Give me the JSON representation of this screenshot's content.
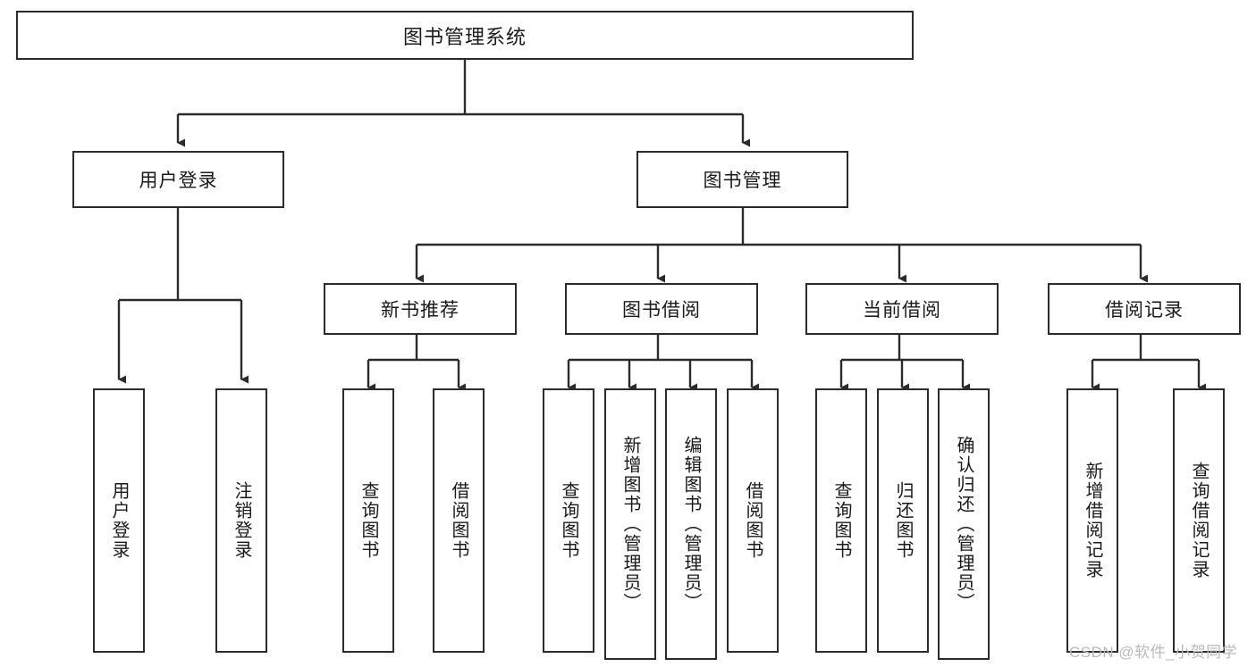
{
  "diagram": {
    "title": "图书管理系统",
    "type": "tree-hierarchy",
    "root": {
      "label": "图书管理系统"
    },
    "level1": [
      {
        "label": "用户登录"
      },
      {
        "label": "图书管理"
      }
    ],
    "level2": [
      {
        "label": "新书推荐"
      },
      {
        "label": "图书借阅"
      },
      {
        "label": "当前借阅"
      },
      {
        "label": "借阅记录"
      }
    ],
    "leaves": {
      "user_login": [
        {
          "label": "用户登录"
        },
        {
          "label": "注销登录"
        }
      ],
      "new_book_recommend": [
        {
          "label": "查询图书"
        },
        {
          "label": "借阅图书"
        }
      ],
      "book_borrow": [
        {
          "label": "查询图书"
        },
        {
          "label": "新增图书（管理员）"
        },
        {
          "label": "编辑图书（管理员）"
        },
        {
          "label": "借阅图书"
        }
      ],
      "current_borrow": [
        {
          "label": "查询图书"
        },
        {
          "label": "归还图书"
        },
        {
          "label": "确认归还（管理员）"
        }
      ],
      "borrow_record": [
        {
          "label": "新增借阅记录"
        },
        {
          "label": "查询借阅记录"
        }
      ]
    }
  },
  "watermark": {
    "text": "CSDN @软件_小贺同学"
  },
  "colors": {
    "stroke": "#2b2b2b",
    "box_fill": "#ffffff",
    "text": "#1a1a1a",
    "watermark": "#b9b9b9"
  }
}
